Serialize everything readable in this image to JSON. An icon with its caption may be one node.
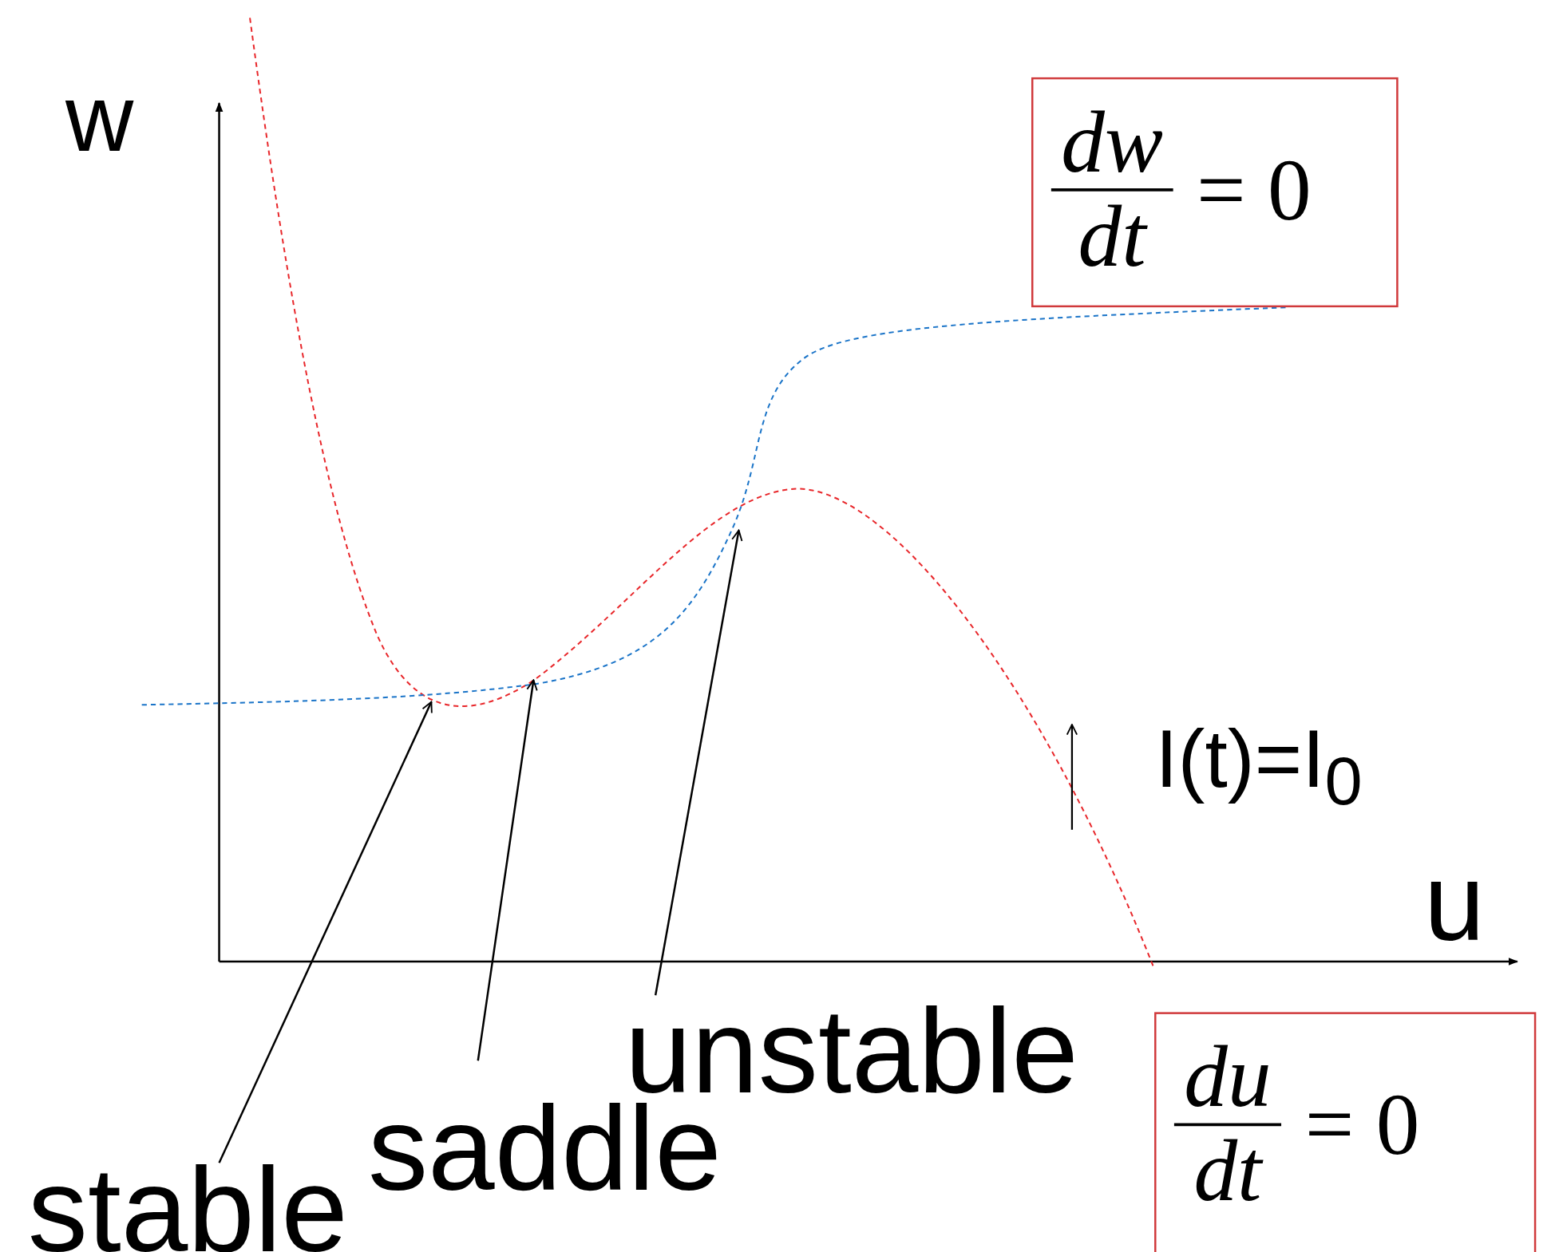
{
  "diagram": {
    "nodes": [
      {
        "text": [
          "dw",
          "dt",
          "= 0"
        ]
      },
      {
        "text": [
          "du",
          "dt",
          "= 0"
        ]
      },
      {
        "text": [
          "stable"
        ]
      },
      {
        "text": [
          "saddle"
        ]
      },
      {
        "text": [
          "unstable"
        ]
      }
    ],
    "edges": [
      {
        "from": 2,
        "to": null,
        "arrow": "to"
      },
      {
        "from": 3,
        "to": null,
        "arrow": "to"
      },
      {
        "from": 4,
        "to": null,
        "arrow": "to"
      }
    ],
    "labels": [
      "w",
      "u",
      "I(t)=I$_{0}$"
    ]
  }
}
